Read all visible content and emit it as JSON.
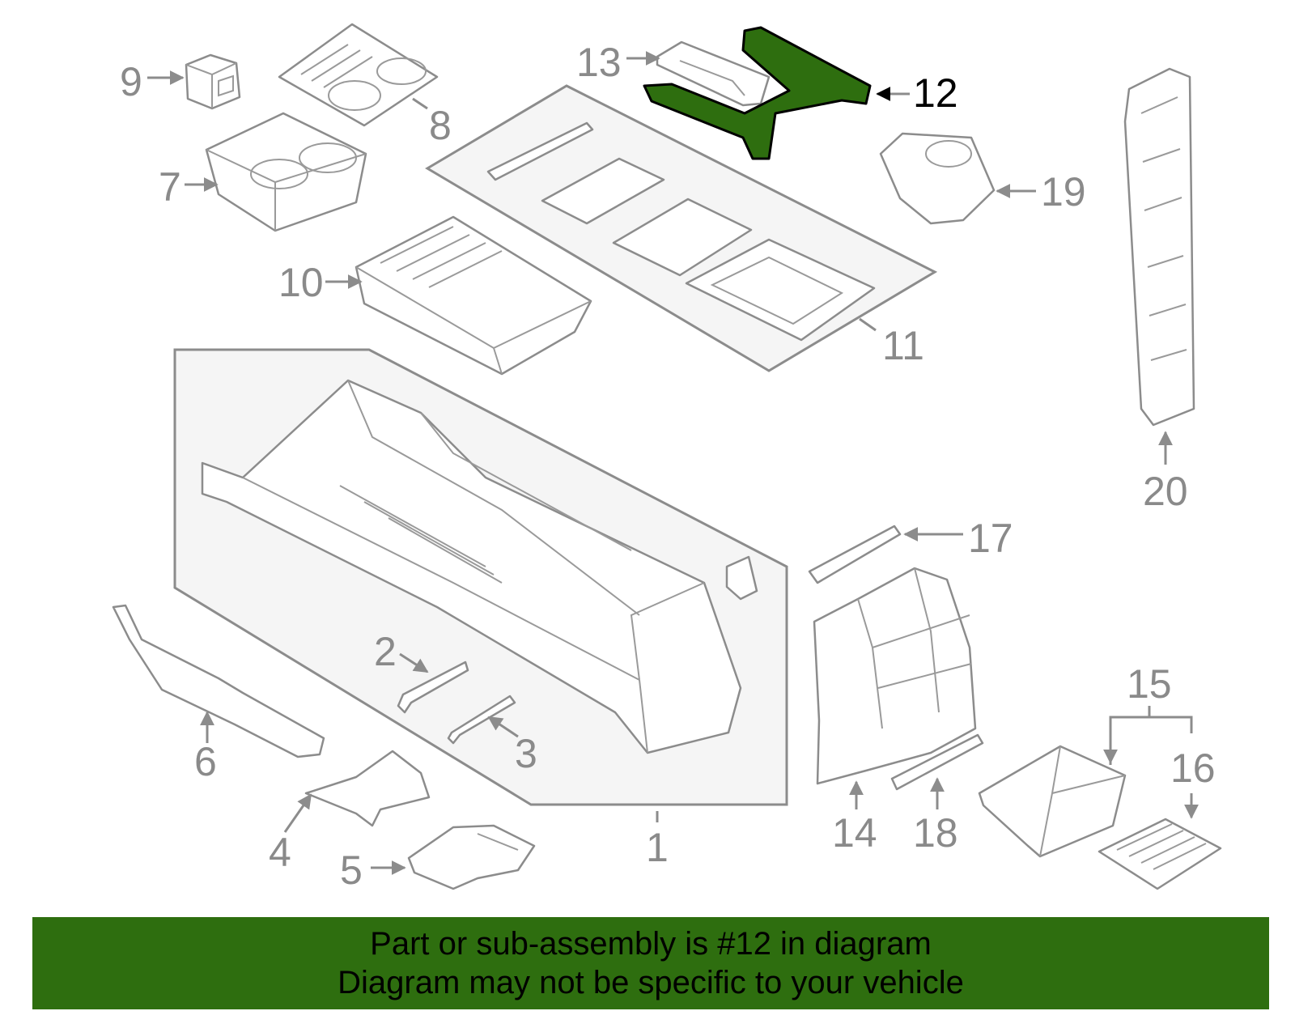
{
  "diagram": {
    "highlight_color": "#2e6e0f",
    "callouts": {
      "c1": "1",
      "c2": "2",
      "c3": "3",
      "c4": "4",
      "c5": "5",
      "c6": "6",
      "c7": "7",
      "c8": "8",
      "c9": "9",
      "c10": "10",
      "c11": "11",
      "c12": "12",
      "c13": "13",
      "c14": "14",
      "c15": "15",
      "c16": "16",
      "c17": "17",
      "c18": "18",
      "c19": "19",
      "c20": "20"
    },
    "highlighted_callout": "12"
  },
  "banner": {
    "background": "#2e6e0f",
    "line1": "Part or sub-assembly is #12 in diagram",
    "line2": "Diagram may not be specific to your vehicle"
  }
}
